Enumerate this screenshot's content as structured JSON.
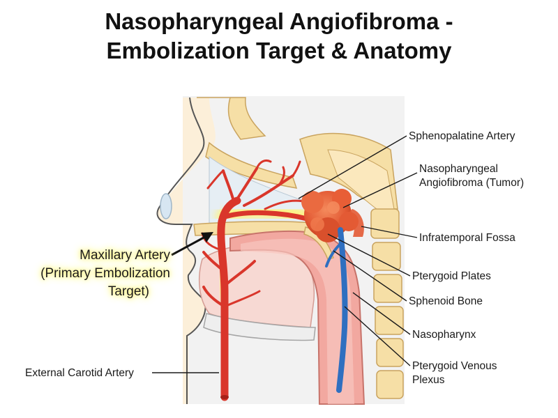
{
  "title": {
    "line1": "Nasopharyngeal Angiofibroma -",
    "line2": "Embolization Target & Anatomy"
  },
  "labels": {
    "sphenopalatine": "Sphenopalatine Artery",
    "tumor_line1": "Nasopharyngeal",
    "tumor_line2": "Angiofibroma (Tumor)",
    "infratemporal": "Infratemporal Fossa",
    "pterygoid_plates": "Pterygoid Plates",
    "sphenoid": "Sphenoid Bone",
    "nasopharynx": "Nasopharynx",
    "plexus_line1": "Pterygoid Venous",
    "plexus_line2": "Plexus",
    "external_carotid": "External Carotid Artery",
    "maxillary_line1": "Maxillary Artery",
    "maxillary_line2": "(Primary Embolization",
    "maxillary_line3": "Target)"
  },
  "colors": {
    "artery": "#d9362b",
    "vein": "#2f6fc0",
    "tumor": "#e8603a",
    "highlight": "#fff27a",
    "bone": "#f6dfa6",
    "airway": "#f2a8a0"
  }
}
